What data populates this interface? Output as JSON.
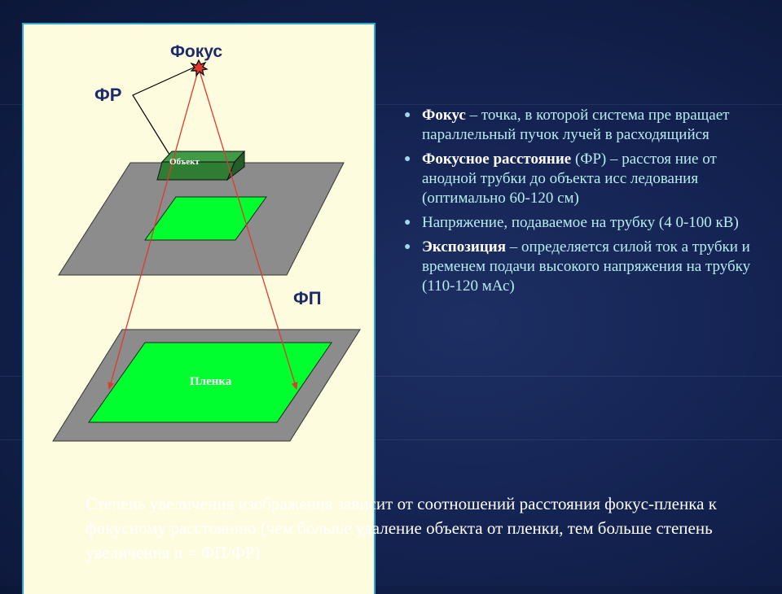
{
  "diagram": {
    "focus_label": "Фокус",
    "fr_label": "ФР",
    "fp_label": "ФП",
    "object_label": "Объект",
    "film_label": "Пленка",
    "colors": {
      "green": "#00ff2e",
      "dark_green": "#2e7d32",
      "gray": "#8c8c8c",
      "ray": "#e03a2e"
    }
  },
  "bullets": [
    {
      "term": "Фокус",
      "text": " – точка, в которой система пре вращает параллельный пучок лучей в расходящийся"
    },
    {
      "term": "Фокусное расстояние",
      "text": " (ФР) – расстоя ние от анодной трубки до объекта исс ледования (оптимально 60-120 см)"
    },
    {
      "term": "",
      "text": "Напряжение,  подаваемое на трубку (4 0-100 кВ)"
    },
    {
      "term": "Экспозиция",
      "text": " – определяется силой ток а трубки и временем подачи высокого напряжения на трубку (110-120 мАс)"
    }
  ],
  "footer": "Степень увеличения изображения зависит от соотношений расстояния фокус-пленка к фокусному расстоянию (чем больше удаление объекта от пленки, тем больше степень увеличения n = ФП/ФР)"
}
